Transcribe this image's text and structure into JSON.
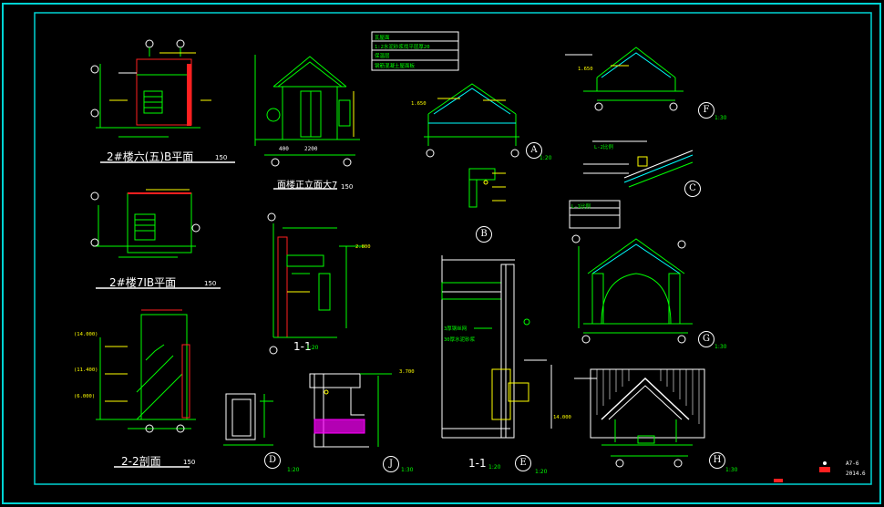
{
  "titles": {
    "plan_2b_5": "2#楼六(五)B平面",
    "plan_2b_7": "2#楼7IB平面",
    "section_22": "2-2剖面",
    "front_elev": "面楼正立面大7",
    "section_11a": "1-1",
    "section_11b": "1-1"
  },
  "scales": {
    "s150": "150",
    "s120": "1:20",
    "s130": "1:30"
  },
  "bubbles": [
    "A",
    "B",
    "C",
    "D",
    "E",
    "F",
    "G",
    "H",
    "J"
  ],
  "notes": {
    "a1": "瓦屋面",
    "a2": "1:2水泥砂浆找平层厚20",
    "a3": "保温层",
    "a4": "钢筋混凝土屋面板",
    "c1": "L-2比例",
    "g1": "L-1比例",
    "e1": "3厚钢丝网",
    "e2": "30厚水泥砂浆"
  },
  "dims": {
    "d1": "1.650",
    "d2": "2200",
    "d3": "400",
    "d4": "(14.000)",
    "d5": "(11.400)",
    "d6": "(6.000)",
    "d7": "3.700",
    "d8": "14.000",
    "d9": "2.800"
  },
  "titleblock": {
    "code": "A7-6",
    "year": "2014.6"
  },
  "colors": {
    "frame": "#00e5e5",
    "lines": "#00ff00",
    "highlight": "#ff00ff",
    "accent": "#ffff00",
    "red": "#ff2020"
  }
}
